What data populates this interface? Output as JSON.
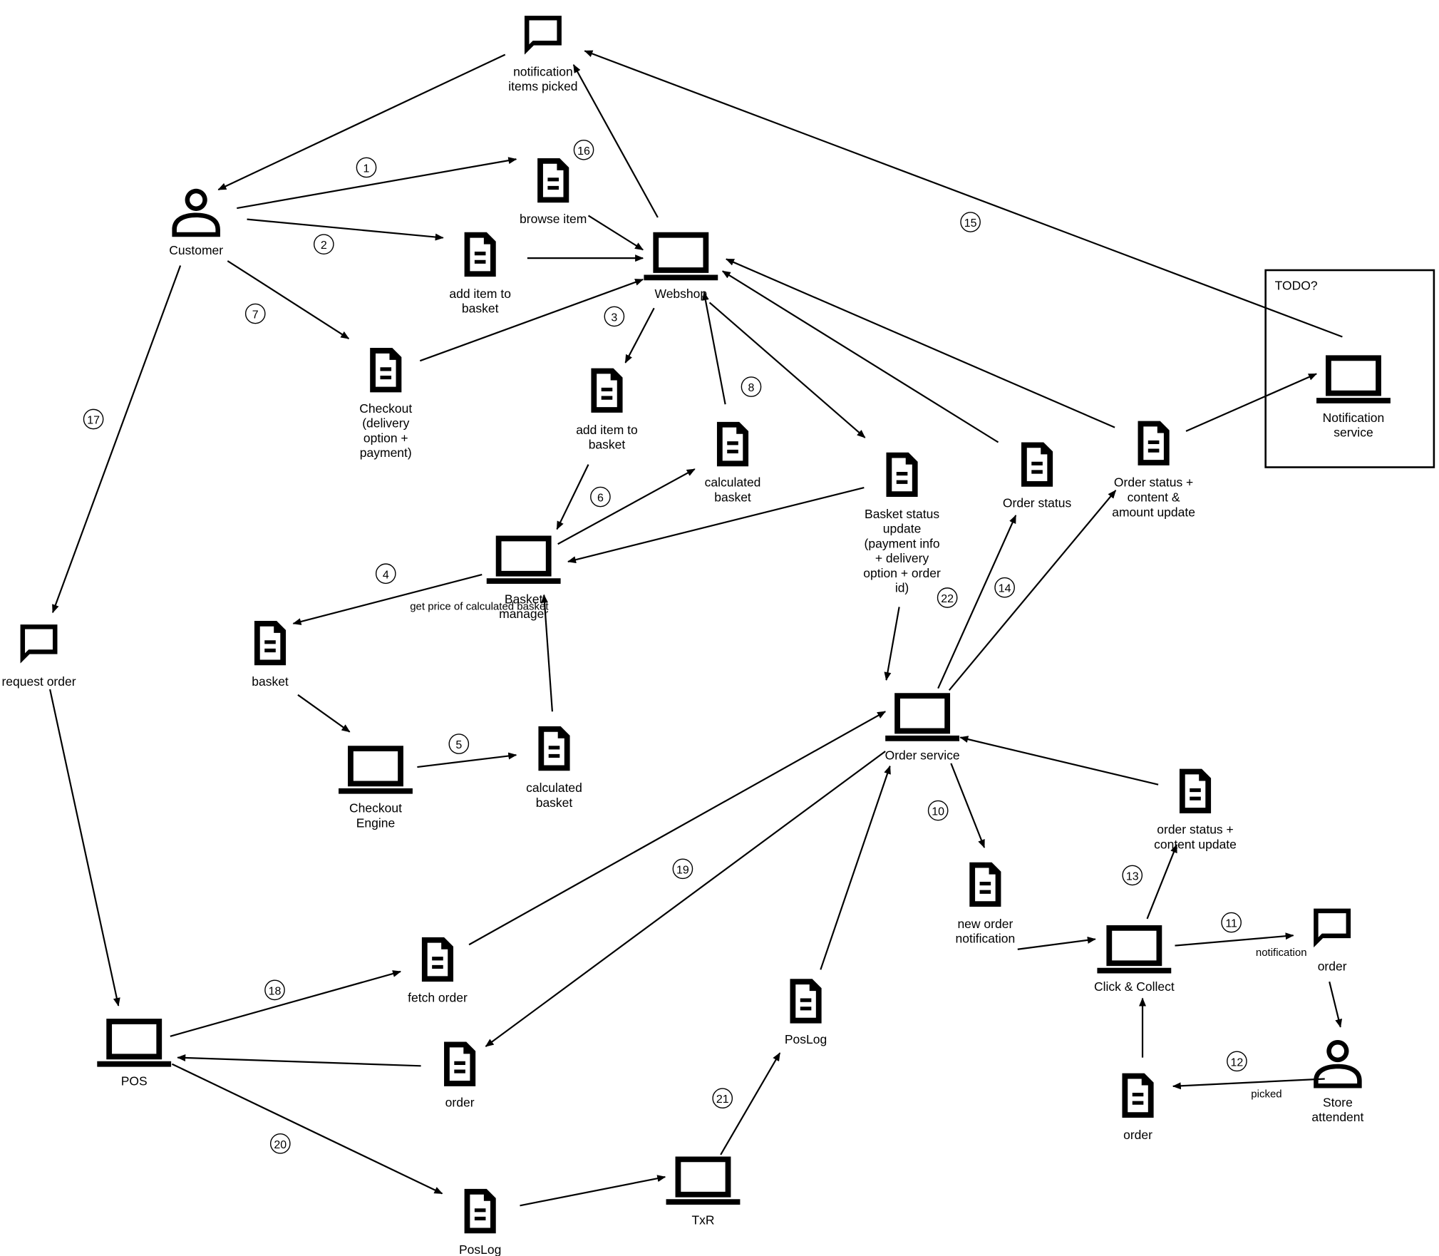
{
  "nodes": {
    "customer": {
      "label": [
        "Customer"
      ],
      "icon": "person-icon"
    },
    "store_attendent": {
      "label": [
        "Store",
        "attendent"
      ],
      "icon": "person-icon"
    },
    "notif_top": {
      "label": [
        "notification",
        "items picked"
      ],
      "icon": "speech-bubble-icon"
    },
    "request_order": {
      "label": [
        "request order"
      ],
      "icon": "speech-bubble-icon"
    },
    "order_msg": {
      "label": [
        "order"
      ],
      "icon": "speech-bubble-icon"
    },
    "webshop": {
      "label": [
        "Webshop"
      ],
      "icon": "laptop-icon"
    },
    "notif_service": {
      "label": [
        "Notification",
        "service"
      ],
      "icon": "laptop-icon"
    },
    "basket_manager": {
      "label": [
        "Basket",
        "manager"
      ],
      "icon": "laptop-icon"
    },
    "checkout_engine": {
      "label": [
        "Checkout",
        "Engine"
      ],
      "icon": "laptop-icon"
    },
    "order_service": {
      "label": [
        "Order service"
      ],
      "icon": "laptop-icon"
    },
    "click_collect": {
      "label": [
        "Click & Collect"
      ],
      "icon": "laptop-icon"
    },
    "pos": {
      "label": [
        "POS"
      ],
      "icon": "laptop-icon"
    },
    "txr": {
      "label": [
        "TxR"
      ],
      "icon": "laptop-icon"
    },
    "browse_item": {
      "label": [
        "browse item"
      ],
      "icon": "document-icon"
    },
    "add_item_1": {
      "label": [
        "add item to",
        "basket"
      ],
      "icon": "document-icon"
    },
    "checkout_doc": {
      "label": [
        "Checkout",
        "(delivery",
        "option +",
        "payment)"
      ],
      "icon": "document-icon"
    },
    "add_item_2": {
      "label": [
        "add item to",
        "basket"
      ],
      "icon": "document-icon"
    },
    "calc_basket_1": {
      "label": [
        "calculated",
        "basket"
      ],
      "icon": "document-icon"
    },
    "basket_status": {
      "label": [
        "Basket status",
        "update",
        "(payment info",
        "+ delivery",
        "option + order",
        "id)"
      ],
      "icon": "document-icon"
    },
    "order_status": {
      "label": [
        "Order status"
      ],
      "icon": "document-icon"
    },
    "order_status_update": {
      "label": [
        "Order status +",
        "content &",
        "amount update"
      ],
      "icon": "document-icon"
    },
    "basket_doc": {
      "label": [
        "basket"
      ],
      "icon": "document-icon"
    },
    "calc_basket_2": {
      "label": [
        "calculated",
        "basket"
      ],
      "icon": "document-icon"
    },
    "new_order_notif": {
      "label": [
        "new order",
        "notification"
      ],
      "icon": "document-icon"
    },
    "order_content_update": {
      "label": [
        "order status +",
        "content update"
      ],
      "icon": "document-icon"
    },
    "fetch_order": {
      "label": [
        "fetch order"
      ],
      "icon": "document-icon"
    },
    "order_doc": {
      "label": [
        "order"
      ],
      "icon": "document-icon"
    },
    "poslog_1": {
      "label": [
        "PosLog"
      ],
      "icon": "document-icon"
    },
    "poslog_2": {
      "label": [
        "PosLog"
      ],
      "icon": "document-icon"
    },
    "order_picked": {
      "label": [
        "order"
      ],
      "icon": "document-icon"
    }
  },
  "group": {
    "label": "TODO?"
  },
  "edge_labels": {
    "get_price": "get price of calculated basket",
    "notification": "notification",
    "picked": "picked"
  },
  "step_numbers": [
    "1",
    "2",
    "3",
    "4",
    "5",
    "6",
    "7",
    "8",
    "10",
    "11",
    "12",
    "13",
    "14",
    "15",
    "16",
    "17",
    "18",
    "19",
    "20",
    "21",
    "22"
  ]
}
